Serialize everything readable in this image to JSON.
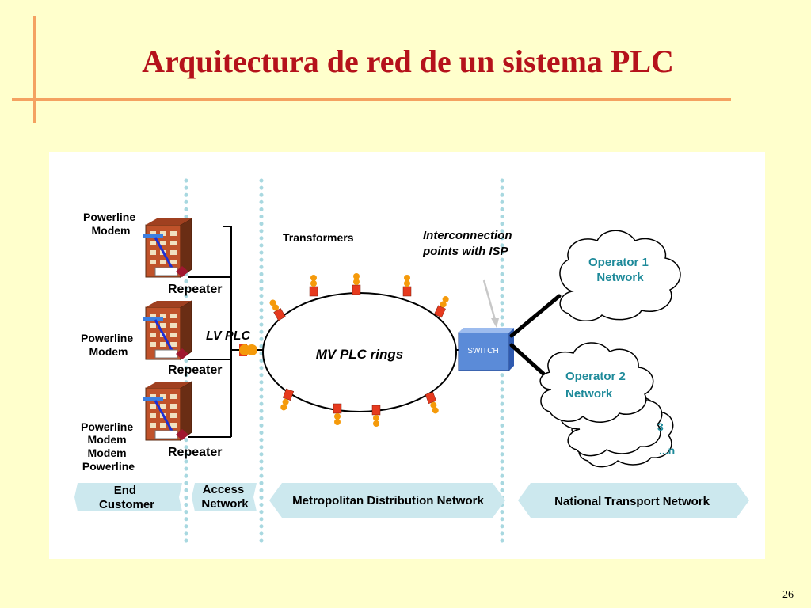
{
  "slide": {
    "title": "Arquitectura de red de un sistema PLC",
    "page_number": "26"
  },
  "diagram": {
    "modem_labels": [
      [
        "Powerline",
        "Modem"
      ],
      [
        "Powerline",
        "Modem"
      ],
      [
        "Powerline",
        "Modem",
        "Modem",
        "Powerline"
      ]
    ],
    "repeater_label": "Repeater",
    "lv_plc_label": "LV PLC",
    "transformers_label": "Transformers",
    "interconnection_label": [
      "Interconnection",
      "points with ISP"
    ],
    "ring_label": "MV PLC rings",
    "switch_label": "SWITCH",
    "operator1_label": [
      "Operator 1",
      "Network"
    ],
    "operator2_label": [
      "Operator 2",
      "Network"
    ],
    "operator3_label": "3",
    "operatorn_label": "...n",
    "zones": {
      "end_customer": [
        "End",
        "Customer"
      ],
      "access_network": [
        "Access",
        "Network"
      ],
      "metropolitan": "Metropolitan Distribution Network",
      "national": "National Transport Network"
    },
    "colors": {
      "title": "#b5121b",
      "accent_line": "#f4a261",
      "zone_arrow": "#cce8ee",
      "cloud_text": "#1e8a9a",
      "switch": "#5b8bd8",
      "transformer": "#e63a1e"
    }
  }
}
